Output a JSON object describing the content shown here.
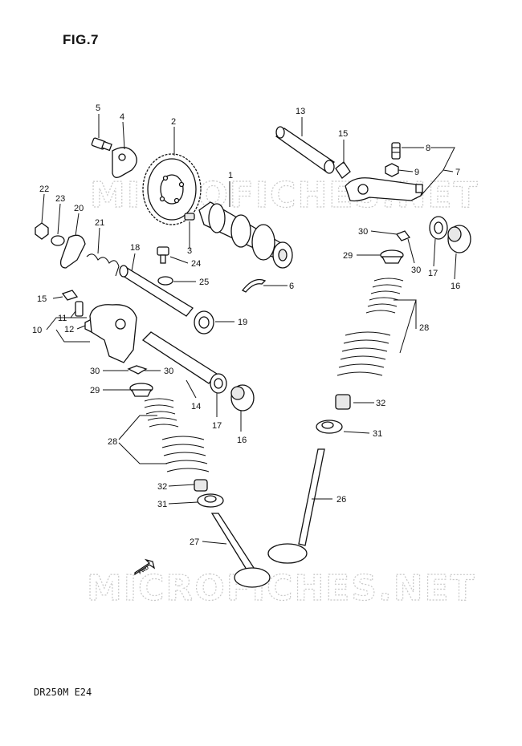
{
  "title": "FIG.7",
  "model_code": "DR250M E24",
  "watermark": "MICROFICHES.NET",
  "fwd_mark": "FWD",
  "callouts": {
    "c1": "1",
    "c2": "2",
    "c3": "3",
    "c4": "4",
    "c5": "5",
    "c6": "6",
    "c7": "7",
    "c8": "8",
    "c9": "9",
    "c10": "10",
    "c11": "11",
    "c12": "12",
    "c13": "13",
    "c14": "14",
    "c15a": "15",
    "c15b": "15",
    "c16a": "16",
    "c16b": "16",
    "c17a": "17",
    "c17b": "17",
    "c18": "18",
    "c19": "19",
    "c20": "20",
    "c21": "21",
    "c22": "22",
    "c23": "23",
    "c24": "24",
    "c25": "25",
    "c26": "26",
    "c27": "27",
    "c28a": "28",
    "c28b": "28",
    "c29a": "29",
    "c29b": "29",
    "c30a": "30",
    "c30b": "30",
    "c30c": "30",
    "c30d": "30",
    "c31a": "31",
    "c31b": "31",
    "c32a": "32",
    "c32b": "32"
  }
}
